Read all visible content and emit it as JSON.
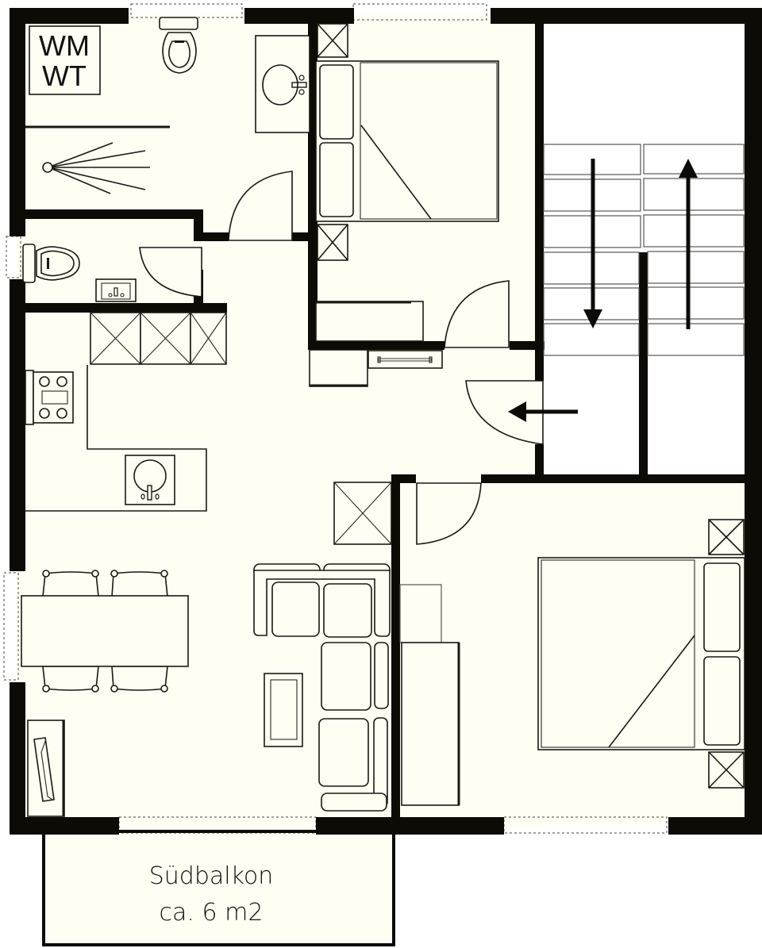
{
  "plan": {
    "type": "apartment-floor-plan",
    "labels": {
      "laundry_line1": "WM",
      "laundry_line2": "WT",
      "balcony_line1": "Südbalkon",
      "balcony_line2": "ca. 6 m2"
    },
    "rooms": [
      {
        "id": "bathroom",
        "name": "Bathroom with shower, toilet, sink, washer/dryer"
      },
      {
        "id": "wc",
        "name": "Guest WC with toilet and small sink"
      },
      {
        "id": "bedroom-1",
        "name": "Bedroom with double bed, two nightstands, wardrobe"
      },
      {
        "id": "staircase",
        "name": "Stairwell with up/down arrows"
      },
      {
        "id": "hallway",
        "name": "Entrance hallway with wardrobe"
      },
      {
        "id": "kitchen",
        "name": "Kitchen with stove, sink, cabinets"
      },
      {
        "id": "living-dining",
        "name": "Living/dining room with table, 4 chairs, sofa, coffee table, TV"
      },
      {
        "id": "bedroom-2",
        "name": "Bedroom with double bed, two nightstands, wardrobe"
      },
      {
        "id": "balcony",
        "name": "South balcony"
      }
    ],
    "colors": {
      "floor": "#fefef3",
      "wall": "#0d0b06",
      "stairwell": "#ffffff"
    }
  }
}
